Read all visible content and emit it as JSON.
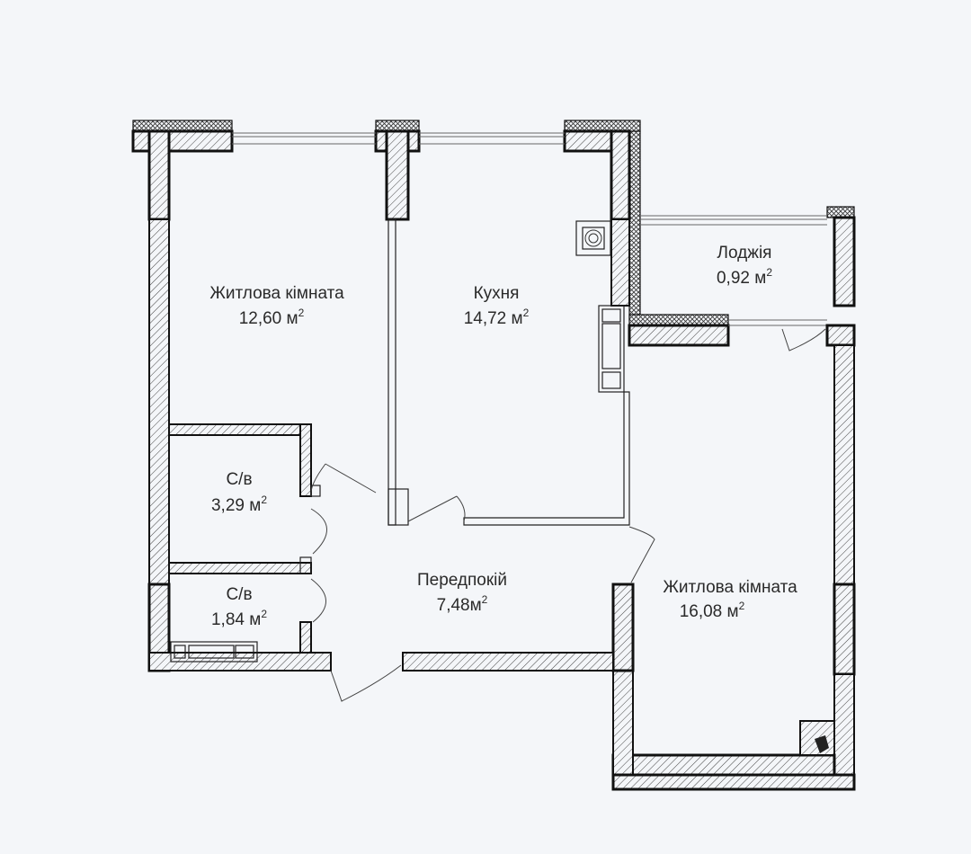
{
  "plan": {
    "rooms": [
      {
        "id": "living-left",
        "name": "Житлова кімната",
        "area": "12,60 м"
      },
      {
        "id": "kitchen",
        "name": "Кухня",
        "area": "14,72 м"
      },
      {
        "id": "loggia",
        "name": "Лоджія",
        "area": "0,92 м"
      },
      {
        "id": "wc-1",
        "name": "С/в",
        "area": "3,29 м"
      },
      {
        "id": "wc-2",
        "name": "С/в",
        "area": "1,84 м"
      },
      {
        "id": "hall",
        "name": "Передпокій",
        "area": "7,48м"
      },
      {
        "id": "living-right",
        "name": "Житлова кімната",
        "area": "16,08 м"
      }
    ],
    "area_superscript": "2"
  },
  "colors": {
    "background": "#f4f6f9",
    "wall_stroke": "#111111",
    "text": "#2a2a2a"
  }
}
